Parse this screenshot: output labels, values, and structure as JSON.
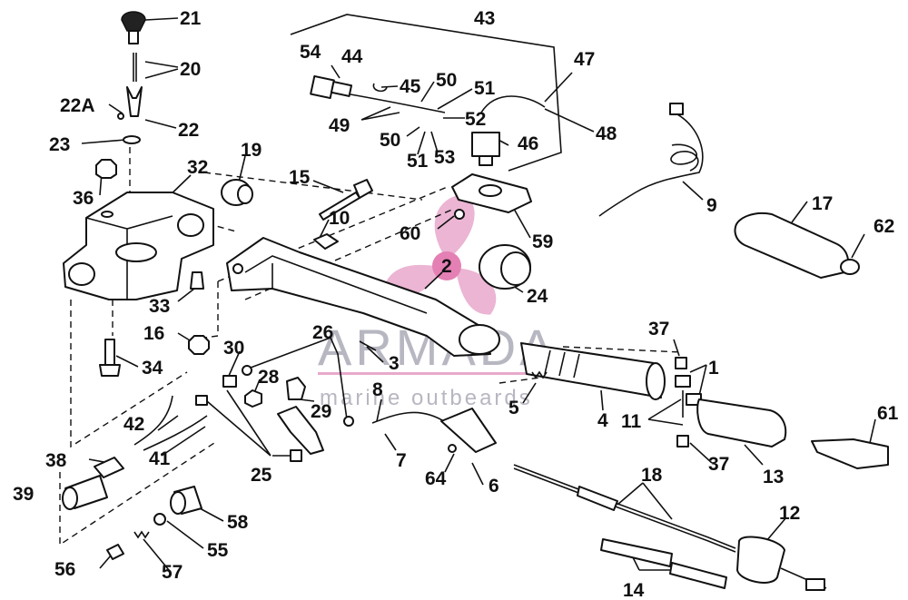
{
  "watermark": {
    "brand": "ARMADA",
    "tagline": "marine outbeards",
    "color": "#e8a9cc",
    "text_color": "#b7b7c2"
  },
  "part_numbers": {
    "p1": "1",
    "p2": "2",
    "p3": "3",
    "p4": "4",
    "p5": "5",
    "p6": "6",
    "p7": "7",
    "p8": "8",
    "p9": "9",
    "p10": "10",
    "p11": "11",
    "p12": "12",
    "p13": "13",
    "p14": "14",
    "p15": "15",
    "p16": "16",
    "p17": "17",
    "p18": "18",
    "p19": "19",
    "p20": "20",
    "p21": "21",
    "p22": "22",
    "p22a": "22A",
    "p23": "23",
    "p24": "24",
    "p25": "25",
    "p26": "26",
    "p28": "28",
    "p29": "29",
    "p30": "30",
    "p32": "32",
    "p33": "33",
    "p34": "34",
    "p36": "36",
    "p37a": "37",
    "p37b": "37",
    "p38": "38",
    "p39": "39",
    "p41": "41",
    "p42": "42",
    "p43": "43",
    "p44": "44",
    "p45": "45",
    "p46": "46",
    "p47": "47",
    "p48": "48",
    "p49": "49",
    "p50a": "50",
    "p50b": "50",
    "p51a": "51",
    "p51b": "51",
    "p52": "52",
    "p53": "53",
    "p54": "54",
    "p55": "55",
    "p56": "56",
    "p57": "57",
    "p58": "58",
    "p59": "59",
    "p60": "60",
    "p61": "61",
    "p62": "62",
    "p64": "64"
  }
}
